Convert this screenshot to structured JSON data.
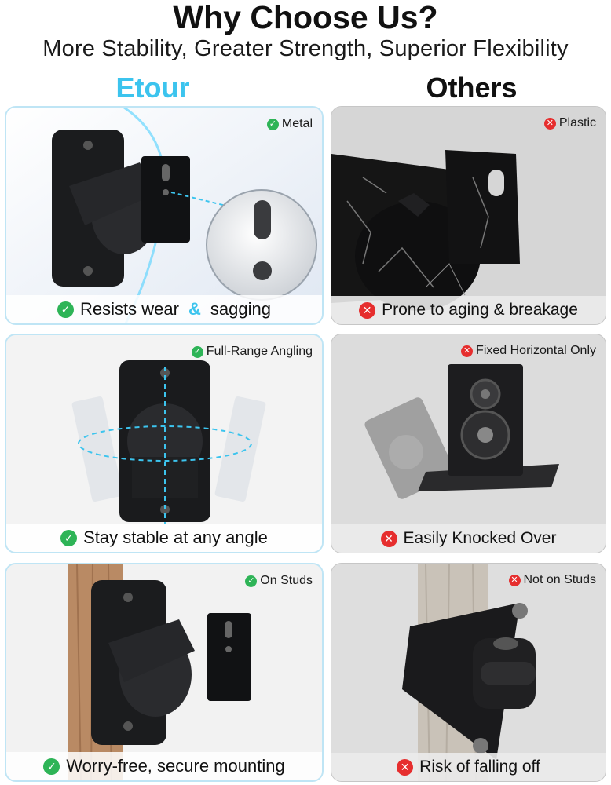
{
  "header": {
    "title": "Why Choose Us?",
    "subtitle": "More Stability, Greater Strength, Superior Flexibility"
  },
  "columns": {
    "left": "Etour",
    "right": "Others"
  },
  "rows": [
    {
      "etour": {
        "badge": "Metal",
        "caption_a": "Resists wear",
        "caption_amp": "&",
        "caption_b": "sagging"
      },
      "other": {
        "badge": "Plastic",
        "caption": "Prone to aging & breakage"
      }
    },
    {
      "etour": {
        "badge": "Full-Range Angling",
        "caption": "Stay stable at any angle"
      },
      "other": {
        "badge": "Fixed Horizontal Only",
        "caption": "Easily Knocked Over"
      }
    },
    {
      "etour": {
        "badge": "On Studs",
        "caption": "Worry-free, secure mounting"
      },
      "other": {
        "badge": "Not on Studs",
        "caption": "Risk of falling off"
      }
    }
  ],
  "icons": {
    "check": "check-circle-icon",
    "cross": "x-circle-icon"
  },
  "colors": {
    "accent": "#3cc4ee",
    "check": "#2eb457",
    "cross": "#e62e2e"
  }
}
